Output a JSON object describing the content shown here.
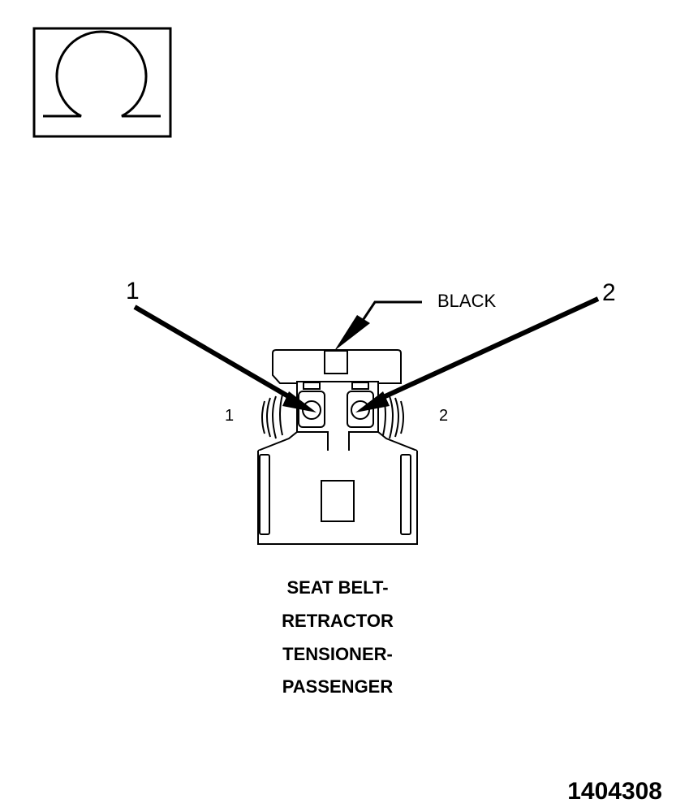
{
  "symbol": {
    "name": "ohm-icon",
    "glyph": "Ω"
  },
  "callouts": {
    "left": "1",
    "right": "2"
  },
  "connector": {
    "color_label": "BLACK",
    "pin_left": "1",
    "pin_right": "2",
    "title_lines": [
      "SEAT BELT-",
      "RETRACTOR",
      "TENSIONER-",
      "PASSENGER"
    ]
  },
  "figure_number": "1404308",
  "colors": {
    "ink": "#000000",
    "paper": "#ffffff"
  }
}
